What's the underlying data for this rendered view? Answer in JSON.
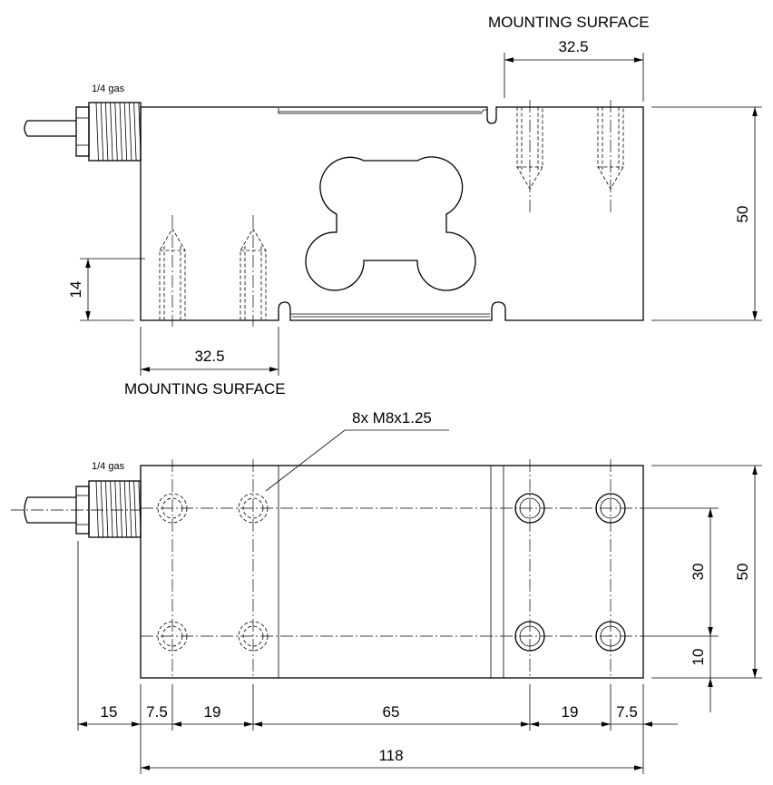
{
  "labels": {
    "mounting_surface_top": "MOUNTING SURFACE",
    "mounting_surface_bottom": "MOUNTING SURFACE",
    "gas_top": "1/4 gas",
    "gas_bottom": "1/4 gas",
    "thread_callout": "8x M8x1.25"
  },
  "dimensions": {
    "mount_width_top": "32.5",
    "mount_width_bottom": "32.5",
    "height_side": "50",
    "hole_height": "14",
    "height_plan": "50",
    "hole_spacing_vertical": "30",
    "edge_offset_vertical": "10",
    "cable_length": "15",
    "edge_left": "7.5",
    "hole_pitch_left": "19",
    "middle_span": "65",
    "hole_pitch_right": "19",
    "edge_right": "7.5",
    "overall_length": "118"
  }
}
